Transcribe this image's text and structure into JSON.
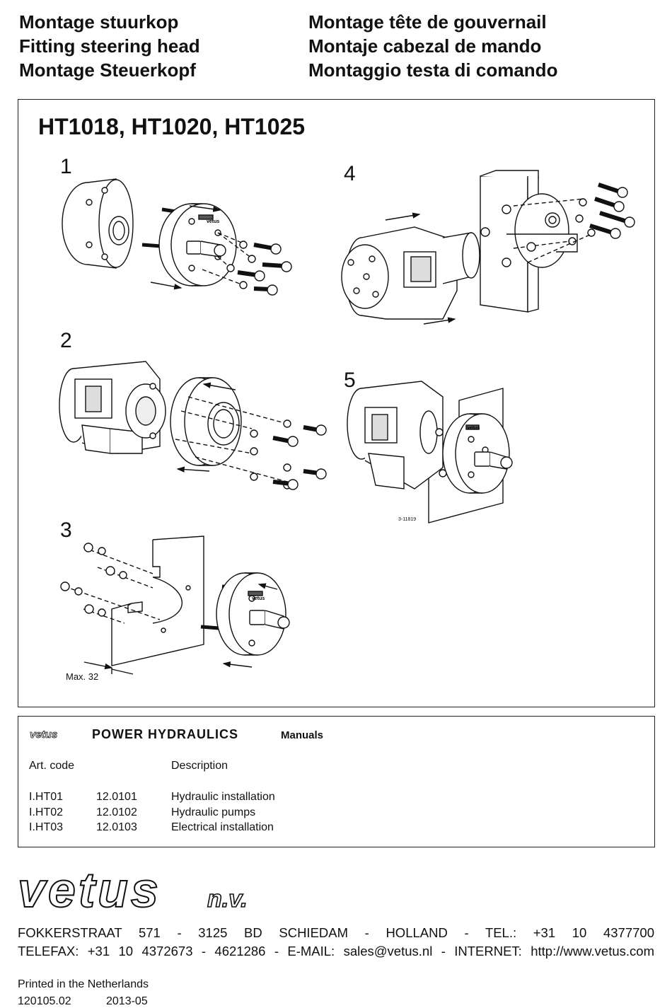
{
  "titles_left": [
    "Montage stuurkop",
    "Fitting steering head",
    "Montage Steuerkopf"
  ],
  "titles_right": [
    "Montage tête de gouvernail",
    "Montaje cabezal de mando",
    "Montaggio testa di comando"
  ],
  "figure": {
    "model_heading": "HT1018, HT1020, HT1025",
    "steps": [
      "1",
      "2",
      "3",
      "4",
      "5"
    ],
    "drawing_code": "3-11819",
    "max_label": "Max. 32",
    "part_label": "vetus"
  },
  "manuals": {
    "logo_text": "vetus",
    "series_title": "POWER HYDRAULICS",
    "series_suffix": "Manuals",
    "header_art": "Art. code",
    "header_desc": "Description",
    "rows": [
      {
        "art": "I.HT01",
        "code": "12.0101",
        "desc": "Hydraulic installation"
      },
      {
        "art": "I.HT02",
        "code": "12.0102",
        "desc": "Hydraulic pumps"
      },
      {
        "art": "I.HT03",
        "code": "12.0103",
        "desc": "Electrical installation"
      }
    ]
  },
  "company": {
    "logo_text": "vetus",
    "logo_suffix": "n.v.",
    "address_line": "FOKKERSTRAAT 571 - 3125 BD SCHIEDAM - HOLLAND - TEL.: +31 10 4377700",
    "contact_line": "TELEFAX: +31 10 4372673 - 4621286 - E-MAIL: sales@vetus.nl - INTERNET: http://www.vetus.com",
    "printed": "Printed in the Netherlands",
    "doc_number": "120105.02",
    "doc_date": "2013-05"
  }
}
